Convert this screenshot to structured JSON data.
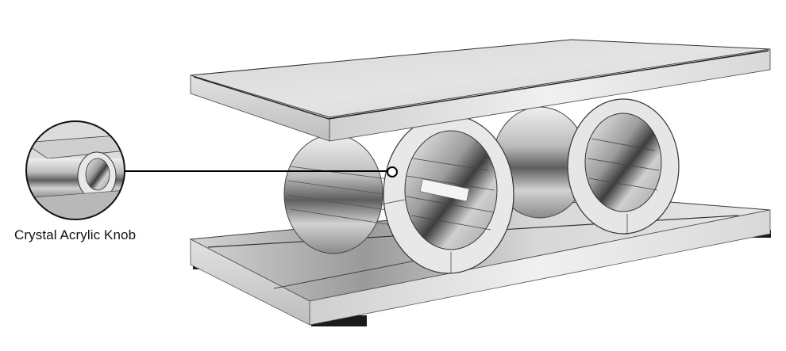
{
  "product": {
    "name": "mirrored coffee table",
    "callout": {
      "label": "Crystal Acrylic Knob",
      "leader_line_color": "#000000",
      "marker": "knob-marker"
    }
  },
  "colors": {
    "background": "#ffffff",
    "mirror_light": "#e6e6e6",
    "mirror_mid": "#c4c4c4",
    "mirror_dark": "#6a6a6a",
    "edge_dark": "#3a3a3a",
    "feet": "#1a1a1a"
  }
}
